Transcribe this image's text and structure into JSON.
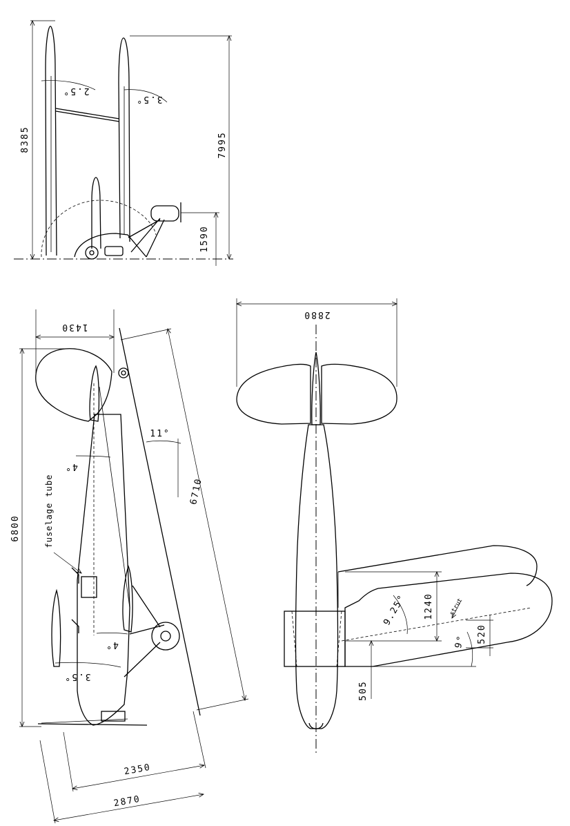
{
  "front_view": {
    "height_left": "8385",
    "height_right": "7995",
    "ground_height": "1590",
    "angle_left": "2.5°",
    "angle_right": "3.5°"
  },
  "side_view": {
    "length": "6800",
    "tail_height": "1430",
    "span_dim": "6710",
    "angle_rotor": "11°",
    "angle_tail": "4°",
    "angle_wing": "4°",
    "angle_lower": "3.5°",
    "label_fuselage": "fuselage tube",
    "dim_2350": "2350",
    "dim_2870": "2870"
  },
  "top_view": {
    "tail_span": "2880",
    "chord": "1240",
    "sweep_angle": "9.25°",
    "strut_label": "strut",
    "dihedral_angle": "9°",
    "dim_520": "520",
    "dim_505": "505"
  }
}
